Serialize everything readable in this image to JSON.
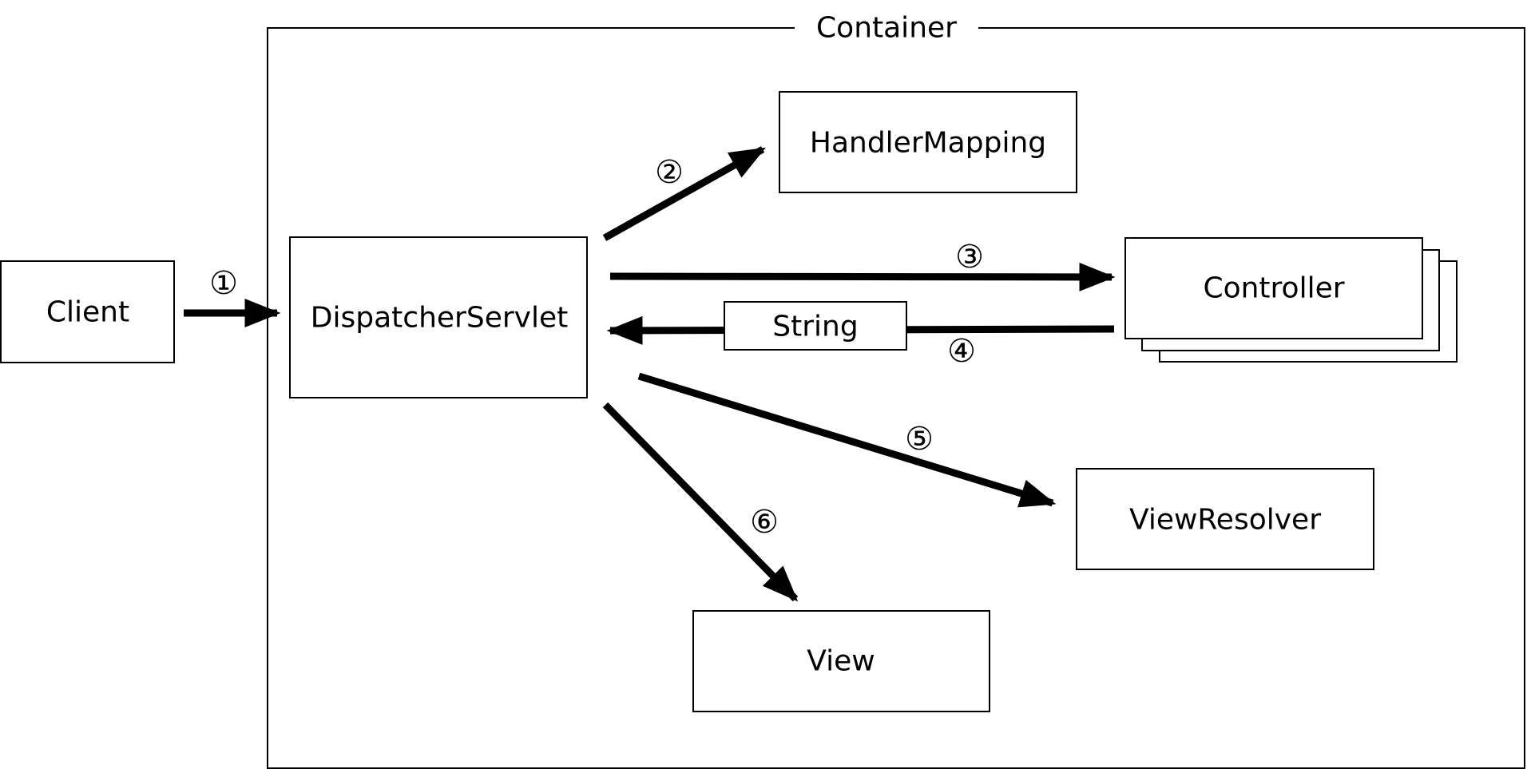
{
  "container": {
    "title": "Container"
  },
  "nodes": {
    "client": "Client",
    "dispatcher": "DispatcherServlet",
    "handler_mapping": "HandlerMapping",
    "controller": "Controller",
    "string_return": "String",
    "view_resolver": "ViewResolver",
    "view": "View"
  },
  "steps": {
    "s1": "①",
    "s2": "②",
    "s3": "③",
    "s4": "④",
    "s5": "⑤",
    "s6": "⑥"
  },
  "colors": {
    "stroke": "#000000",
    "background": "#ffffff"
  }
}
